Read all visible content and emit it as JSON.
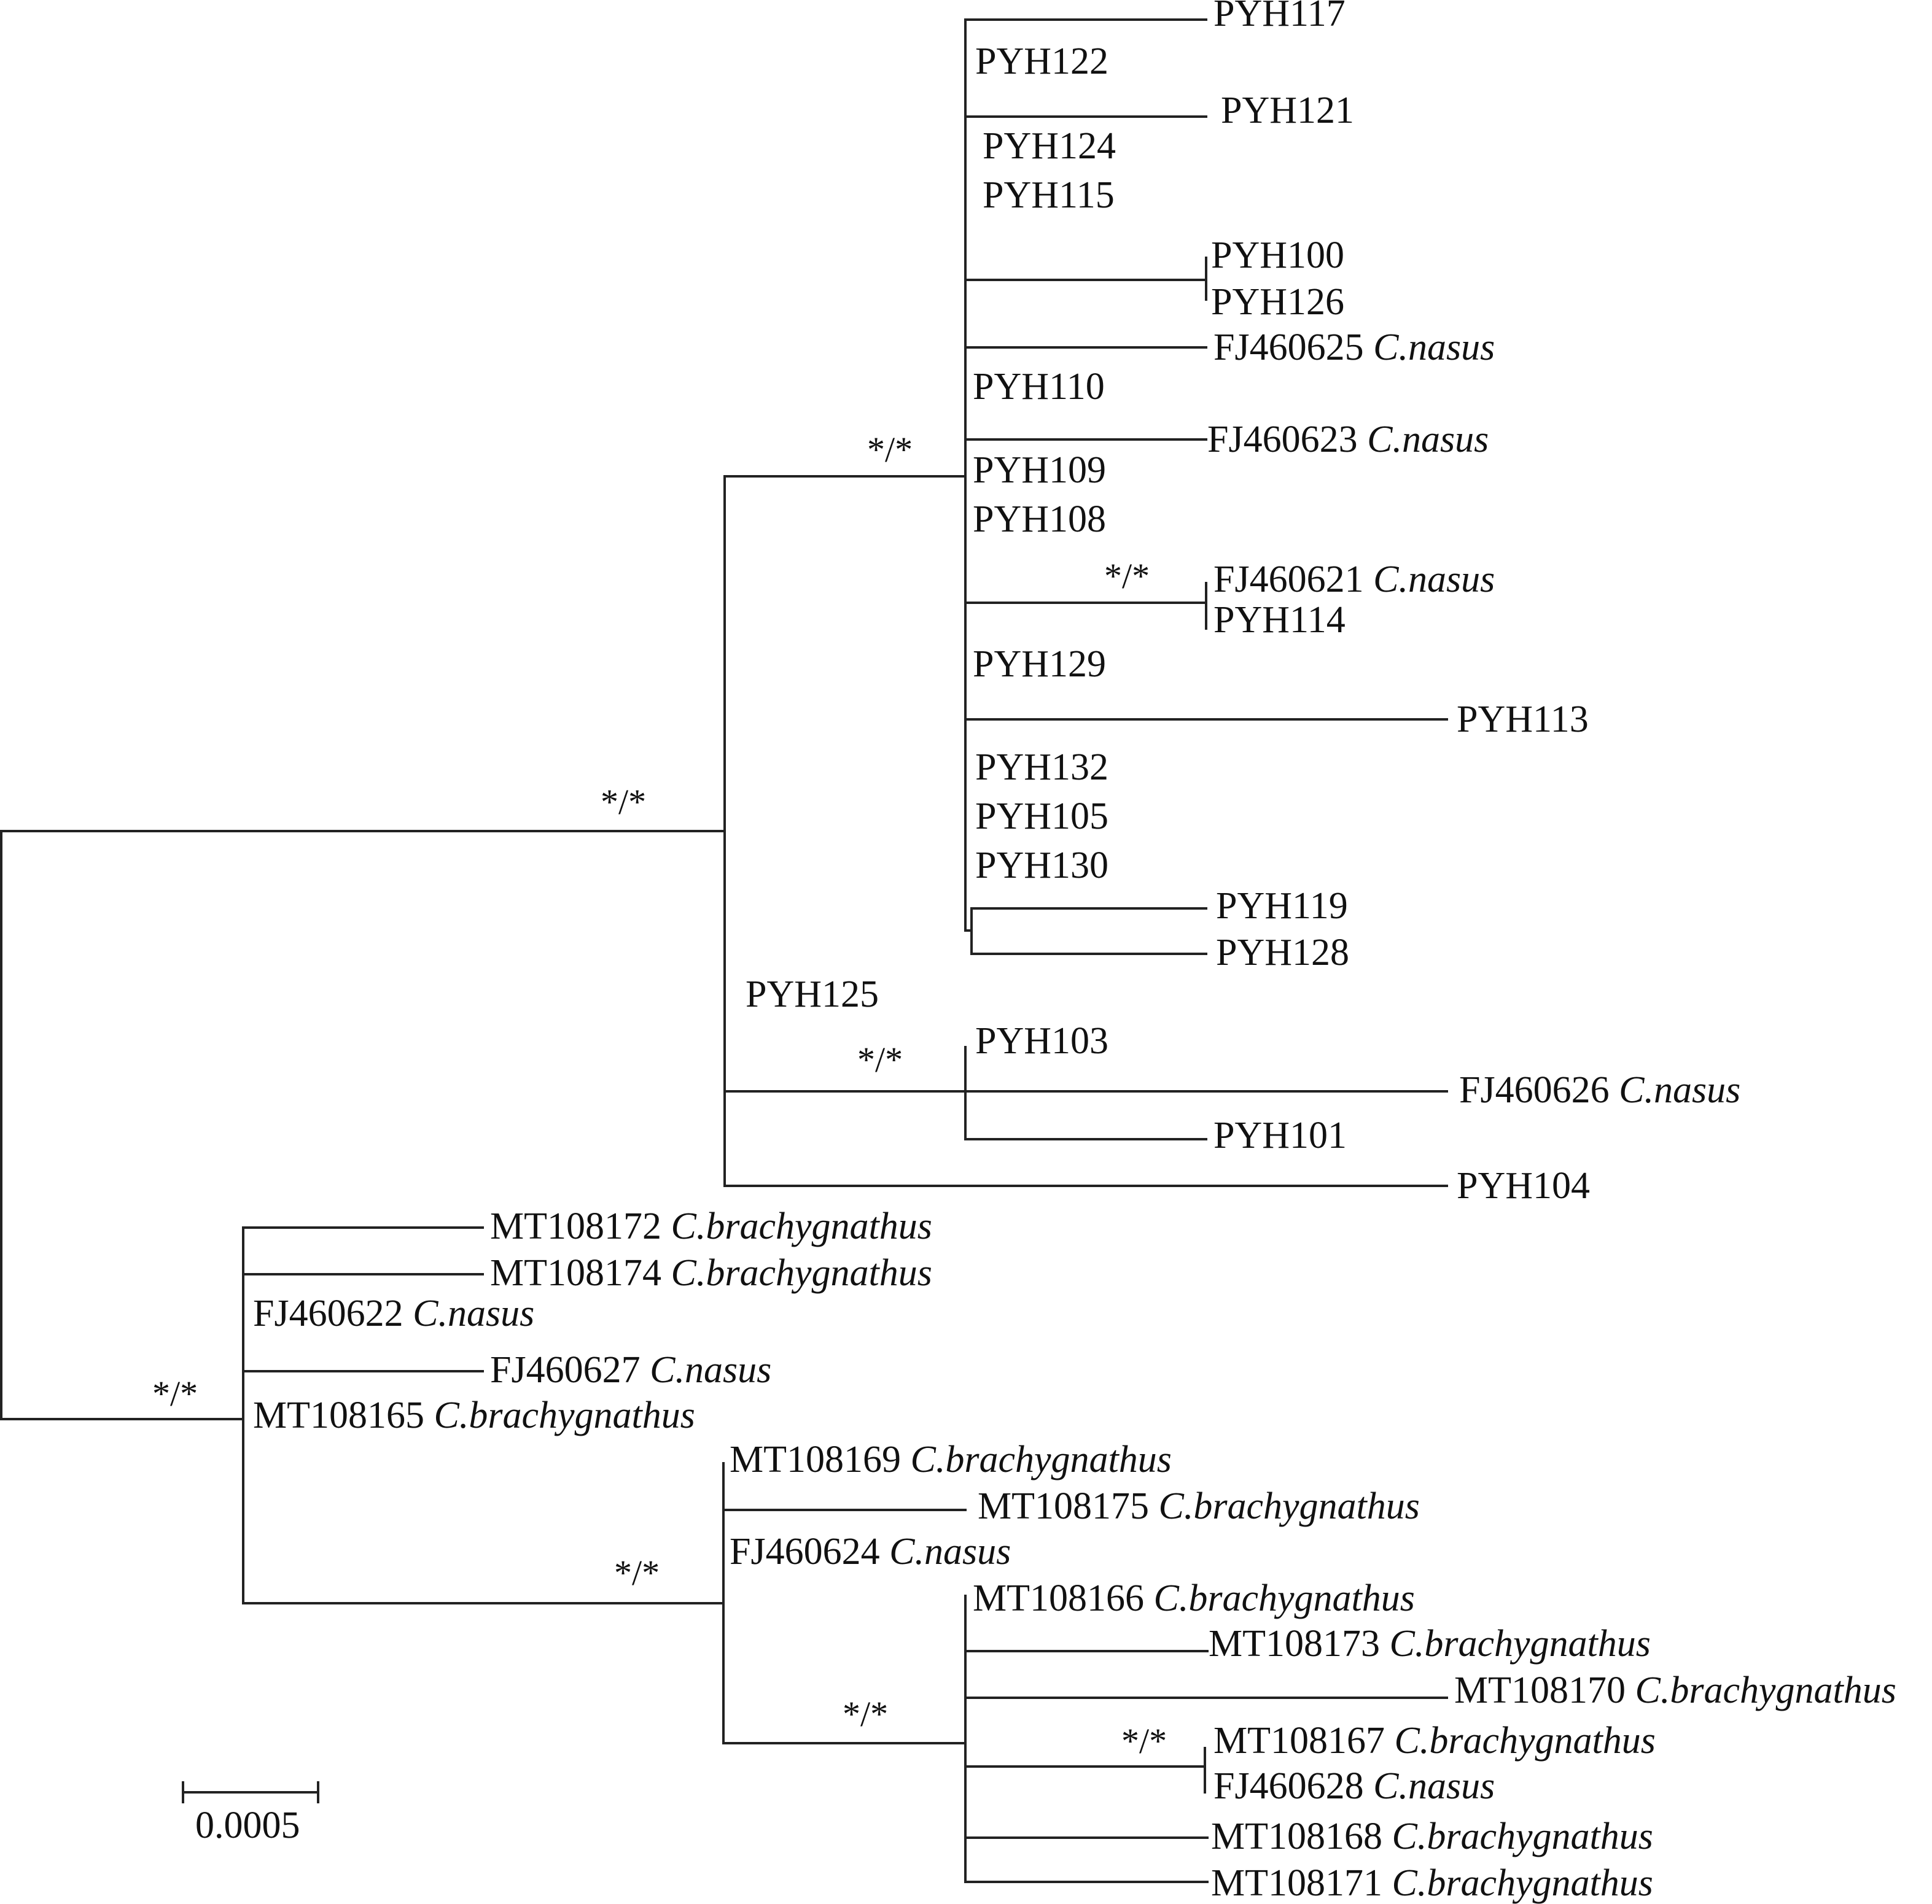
{
  "tree": {
    "scale_bar_label": "0.0005",
    "support_label": "*/*",
    "species_labels": [
      "C.nasus",
      "C.brachygnathus"
    ],
    "taxa": {
      "PYH117": {
        "id": "PYH117",
        "species": ""
      },
      "PYH122": {
        "id": "PYH122",
        "species": ""
      },
      "PYH121": {
        "id": "PYH121",
        "species": ""
      },
      "PYH124": {
        "id": "PYH124",
        "species": ""
      },
      "PYH115": {
        "id": "PYH115",
        "species": ""
      },
      "PYH100": {
        "id": "PYH100",
        "species": ""
      },
      "PYH126": {
        "id": "PYH126",
        "species": ""
      },
      "FJ460625": {
        "id": "FJ460625",
        "species": "C.nasus"
      },
      "PYH110": {
        "id": "PYH110",
        "species": ""
      },
      "FJ460623": {
        "id": "FJ460623",
        "species": "C.nasus"
      },
      "PYH109": {
        "id": "PYH109",
        "species": ""
      },
      "PYH108": {
        "id": "PYH108",
        "species": ""
      },
      "FJ460621": {
        "id": "FJ460621",
        "species": "C.nasus"
      },
      "PYH114": {
        "id": "PYH114",
        "species": ""
      },
      "PYH129": {
        "id": "PYH129",
        "species": ""
      },
      "PYH113": {
        "id": "PYH113",
        "species": ""
      },
      "PYH132": {
        "id": "PYH132",
        "species": ""
      },
      "PYH105": {
        "id": "PYH105",
        "species": ""
      },
      "PYH130": {
        "id": "PYH130",
        "species": ""
      },
      "PYH119": {
        "id": "PYH119",
        "species": ""
      },
      "PYH128": {
        "id": "PYH128",
        "species": ""
      },
      "PYH125": {
        "id": "PYH125",
        "species": ""
      },
      "PYH103": {
        "id": "PYH103",
        "species": ""
      },
      "FJ460626": {
        "id": "FJ460626",
        "species": "C.nasus"
      },
      "PYH101": {
        "id": "PYH101",
        "species": ""
      },
      "PYH104": {
        "id": "PYH104",
        "species": ""
      },
      "MT108172": {
        "id": "MT108172",
        "species": "C.brachygnathus"
      },
      "MT108174": {
        "id": "MT108174",
        "species": "C.brachygnathus"
      },
      "FJ460622": {
        "id": "FJ460622",
        "species": "C.nasus"
      },
      "FJ460627": {
        "id": "FJ460627",
        "species": "C.nasus"
      },
      "MT108165": {
        "id": "MT108165",
        "species": "C.brachygnathus"
      },
      "MT108169": {
        "id": "MT108169",
        "species": "C.brachygnathus"
      },
      "MT108175": {
        "id": "MT108175",
        "species": "C.brachygnathus"
      },
      "FJ460624": {
        "id": "FJ460624",
        "species": "C.nasus"
      },
      "MT108166": {
        "id": "MT108166",
        "species": "C.brachygnathus"
      },
      "MT108173": {
        "id": "MT108173",
        "species": "C.brachygnathus"
      },
      "MT108170": {
        "id": "MT108170",
        "species": "C.brachygnathus"
      },
      "MT108167": {
        "id": "MT108167",
        "species": "C.brachygnathus"
      },
      "FJ460628": {
        "id": "FJ460628",
        "species": "C.nasus"
      },
      "MT108168": {
        "id": "MT108168",
        "species": "C.brachygnathus"
      },
      "MT108171": {
        "id": "MT108171",
        "species": "C.brachygnathus"
      }
    }
  }
}
